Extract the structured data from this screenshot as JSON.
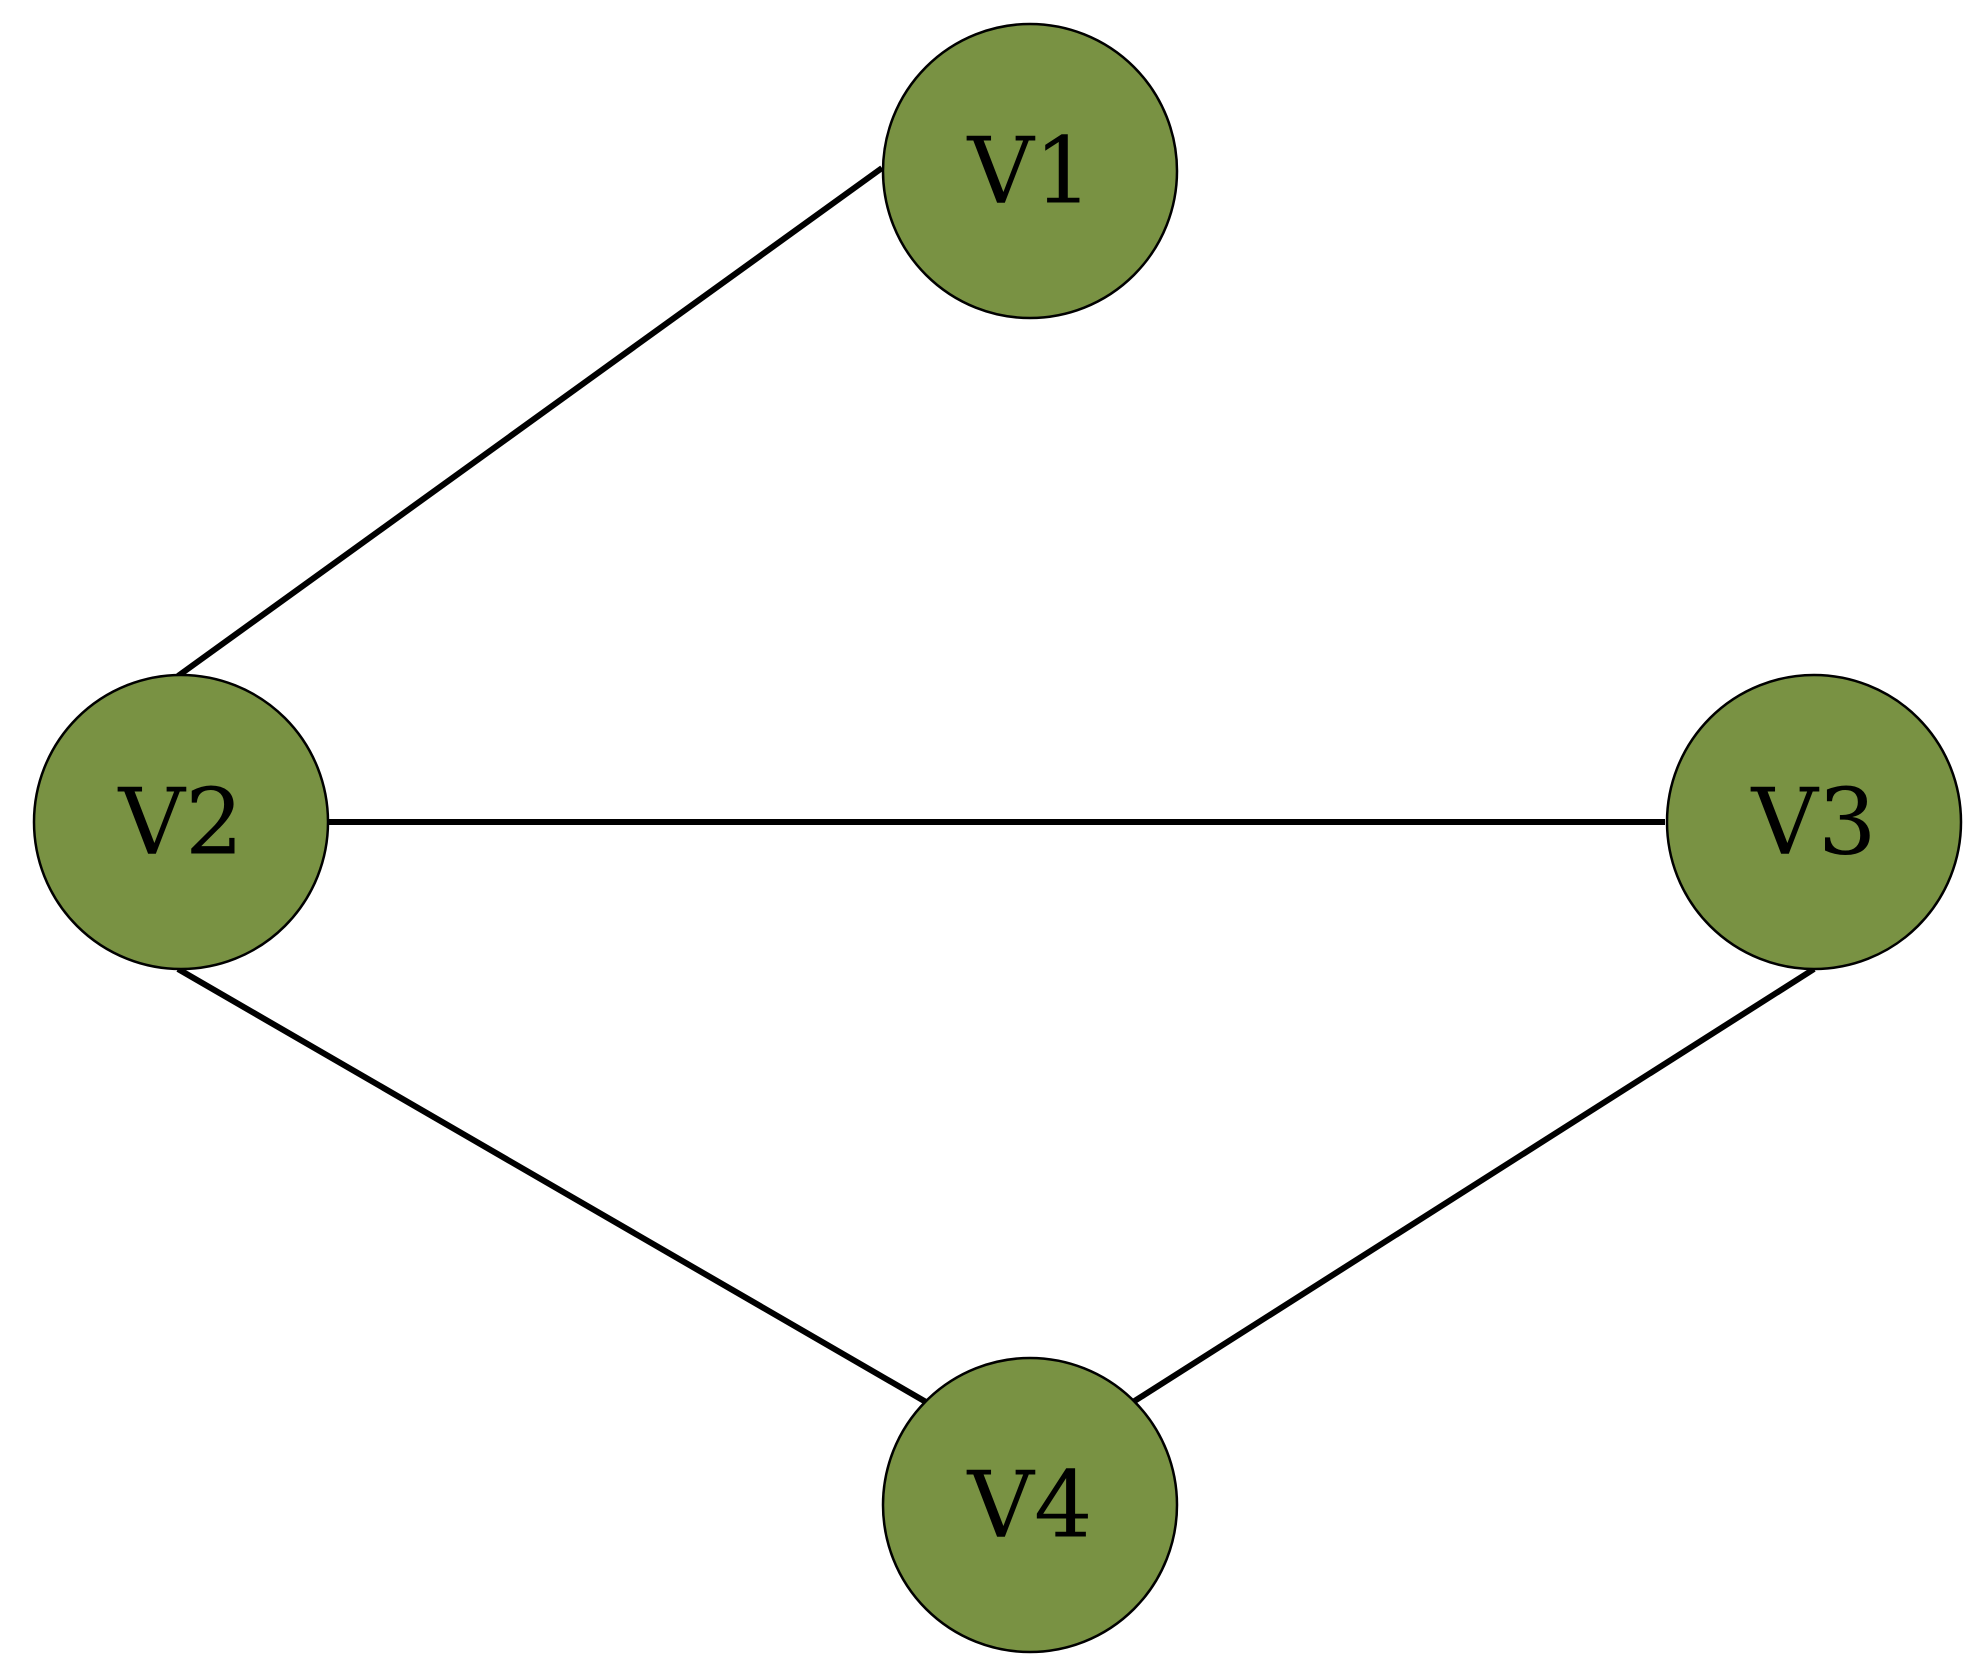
{
  "graph": {
    "node_color": "#799243",
    "edge_color": "#000000",
    "nodes": [
      {
        "id": "v1",
        "label": "V1"
      },
      {
        "id": "v2",
        "label": "V2"
      },
      {
        "id": "v3",
        "label": "V3"
      },
      {
        "id": "v4",
        "label": "V4"
      }
    ],
    "edges": [
      {
        "from": "V1",
        "to": "V2"
      },
      {
        "from": "V2",
        "to": "V3"
      },
      {
        "from": "V2",
        "to": "V4"
      },
      {
        "from": "V3",
        "to": "V4"
      }
    ]
  }
}
